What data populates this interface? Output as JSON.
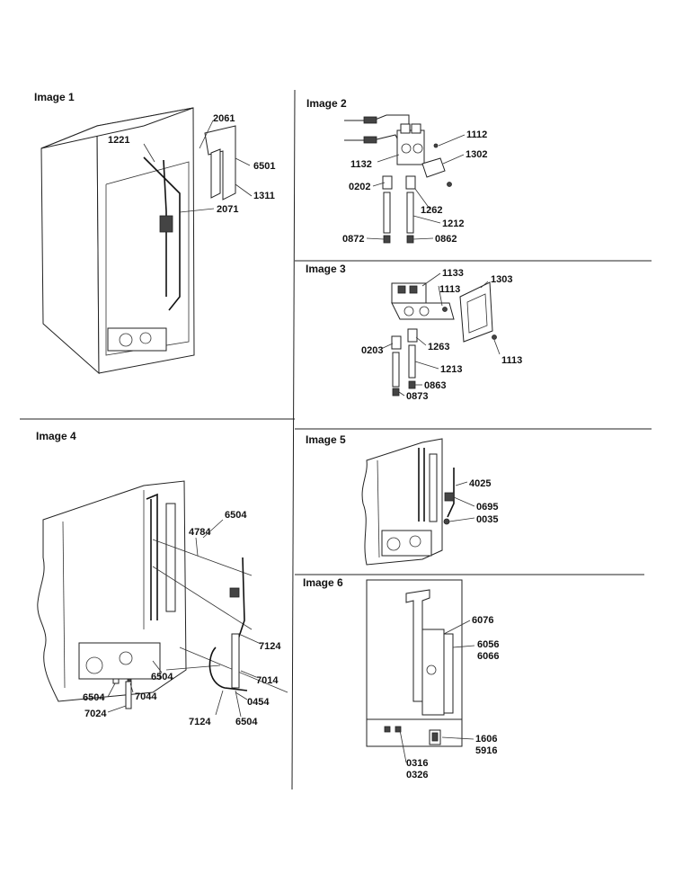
{
  "panels": [
    {
      "title": "Image 1",
      "callouts": [
        "2061",
        "1221",
        "6501",
        "1311",
        "2071"
      ]
    },
    {
      "title": "Image 2",
      "callouts": [
        "1112",
        "1302",
        "1132",
        "0202",
        "1262",
        "1212",
        "0872",
        "0862"
      ]
    },
    {
      "title": "Image 3",
      "callouts": [
        "1133",
        "1303",
        "1113",
        "1113",
        "0203",
        "1263",
        "1213",
        "0863",
        "0873"
      ]
    },
    {
      "title": "Image 4",
      "callouts": [
        "6504",
        "4784",
        "7124",
        "6504",
        "7014",
        "0454",
        "6504",
        "7044",
        "7024",
        "7124",
        "6504"
      ]
    },
    {
      "title": "Image 5",
      "callouts": [
        "4025",
        "0695",
        "0035"
      ]
    },
    {
      "title": "Image 6",
      "callouts": [
        "6076",
        "6056",
        "6066",
        "1606",
        "5916",
        "0316",
        "0326"
      ]
    }
  ]
}
